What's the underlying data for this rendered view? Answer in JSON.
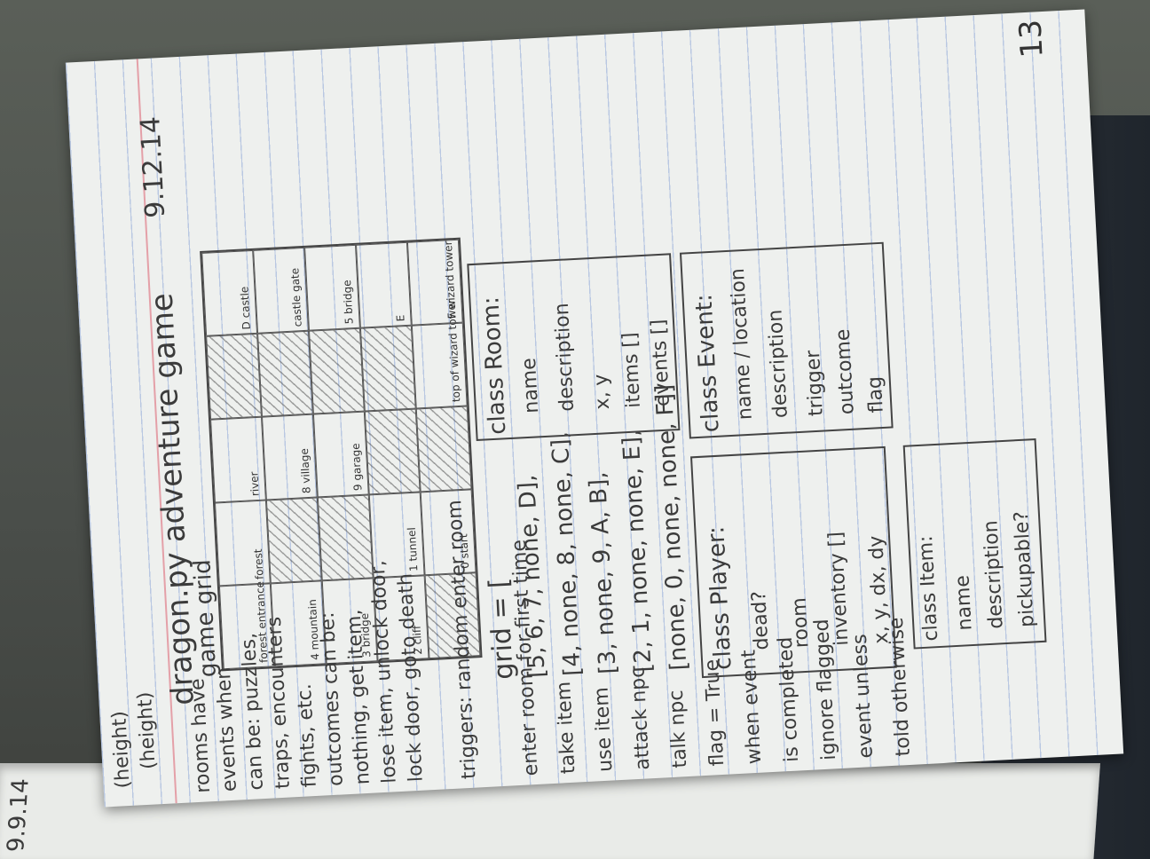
{
  "date": "9.12.14",
  "page_number": "13",
  "left_page_date": "9.9.14",
  "title": "dragon.py adventure game",
  "grid_label": "game grid",
  "notes": [
    "rooms have",
    "events when",
    "can be: puzzles,",
    "traps, encounters",
    "fights, etc.",
    "outcomes can be:",
    "nothing, get item,",
    "lose item, unlock door,",
    "lock door, goto death"
  ],
  "triggers": {
    "heading": "triggers: random enter room",
    "items": [
      "enter room for first time",
      "take item",
      "use item",
      "attack npc",
      "talk npc",
      "flag = True",
      "when event",
      "is completed",
      "ignore flagged",
      "event unless",
      "told otherwise"
    ]
  },
  "grid_cells": [
    [
      "forest entrance",
      "forest",
      "river",
      "",
      "D castle"
    ],
    [
      "4 mountain",
      "",
      "8 village",
      "",
      "castle gate"
    ],
    [
      "3 bridge",
      "",
      "9 garage",
      "",
      "5 bridge"
    ],
    [
      "2 cliff",
      "1 tunnel",
      "",
      "",
      "E"
    ],
    [
      "",
      "0 start",
      "",
      "top of wizard tower",
      "F wizard tower"
    ]
  ],
  "grid_code": {
    "header": "grid = [",
    "rows": [
      "[5, 6, 7, none, D],",
      "[4, none, 8, none, C],",
      "[3, none, 9, A, B],",
      "[2, 1, none, none, E],",
      "[none, 0, none, none, F]]"
    ]
  },
  "class_room": {
    "title": "class Room:",
    "fields": [
      "name",
      "description",
      "x, y",
      "items []",
      "events []"
    ]
  },
  "class_player": {
    "title": "class Player:",
    "fields": [
      "dead?",
      "room",
      "inventory []",
      "x, y, dx, dy"
    ]
  },
  "class_event": {
    "title": "class Event:",
    "fields": [
      "name / location",
      "description",
      "trigger",
      "outcome",
      "flag"
    ]
  },
  "class_item": {
    "title": "class Item:",
    "fields": [
      "name",
      "description",
      "pickupable?"
    ]
  },
  "left_margin": [
    "(height)",
    "(height)"
  ]
}
